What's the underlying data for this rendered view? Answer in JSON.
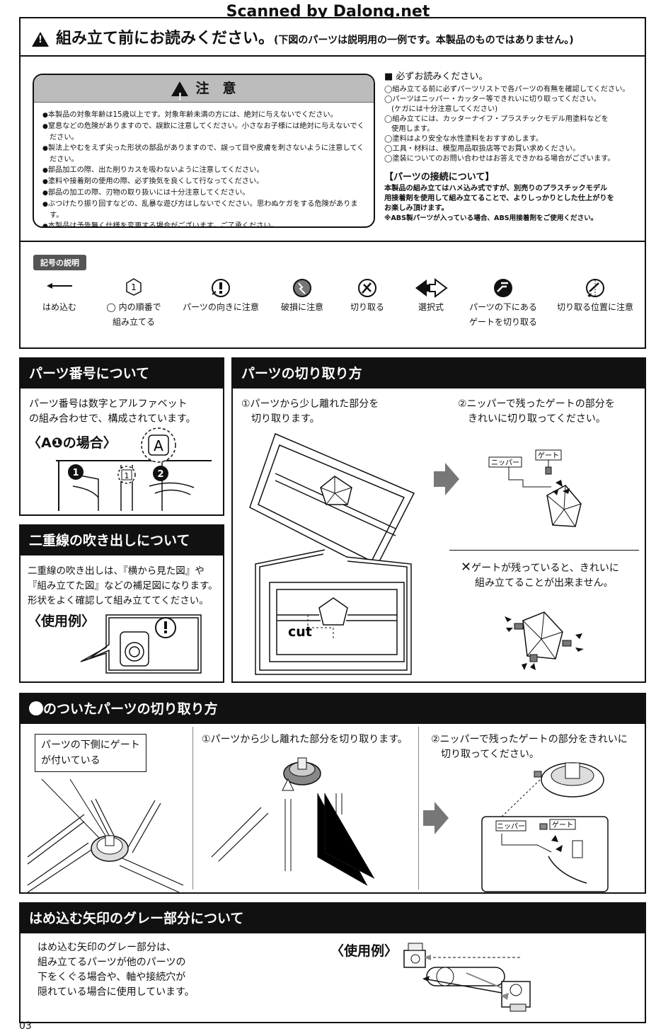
{
  "watermark": "Scanned by Dalong.net",
  "header": {
    "title": "組み立て前にお読みください。",
    "subtitle": "(下図のパーツは説明用の一例です。本製品のものではありません。)"
  },
  "caution": {
    "title": "注　意",
    "items": [
      "本製品の対象年齢は15歳以上です。対象年齢未満の方には、絶対に与えないでください。",
      "窒息などの危険がありますので、誤飲に注意してください。小さなお子様には絶対に与えないでください。",
      "製法上やむをえず尖った形状の部品がありますので、誤って目や皮膚を刺さないように注意してください。",
      "部品加工の際、出た削りカスを吸わないように注意してください。",
      "塗料や接着剤の使用の際、必ず換気を良くして行なってください。",
      "部品の加工の際、刃物の取り扱いには十分注意してください。",
      "ぶつけたり振り回すなどの、乱暴な遊び方はしないでください。思わぬケガをする危険があります。",
      "本製品は予告無く仕様を変更する場合がございます。ご了承ください。"
    ]
  },
  "must_read": {
    "title": "■ 必ずお読みください。",
    "items": [
      "◯組み立てる前に必ずパーツリストで各パーツの有無を確認してください。",
      "◯パーツはニッパー・カッター等できれいに切り取ってください。",
      "　(ケガには十分注意してください)",
      "◯組み立てには、カッターナイフ・プラスチックモデル用塗料などを",
      "　使用します。",
      "◯塗料はより安全な水性塗料をおすすめします。",
      "◯工具・材料は、模型用品取扱店等でお買い求めください。",
      "◯塗装についてのお問い合わせはお答えできかねる場合がございます。"
    ],
    "connection_title": "【パーツの接続について】",
    "connection_lines": [
      "本製品の組み立てはハメ込み式ですが、別売りのプラスチックモデル",
      "用接着剤を使用して組み立てることで、よりしっかりとした仕上がりを",
      "お楽しみ頂けます。"
    ],
    "abs_note": "※ABS製パーツが入っている場合、ABS用接着剤をご使用ください。"
  },
  "symbols": {
    "tag": "記号の説明",
    "items": [
      {
        "label1": "はめ込む",
        "label2": "",
        "icon": "arrow-left-icon"
      },
      {
        "label1": "◯ 内の順番で",
        "label2": "組み立てる",
        "icon": "number-badge-icon"
      },
      {
        "label1": "パーツの向きに注意",
        "label2": "",
        "icon": "exclamation-icon"
      },
      {
        "label1": "破損に注意",
        "label2": "",
        "icon": "breakage-icon"
      },
      {
        "label1": "切り取る",
        "label2": "",
        "icon": "cut-icon"
      },
      {
        "label1": "選択式",
        "label2": "",
        "icon": "choice-arrows-icon"
      },
      {
        "label1": "パーツの下にある",
        "label2": "ゲートを切り取る",
        "icon": "under-gate-icon"
      },
      {
        "label1": "切り取る位置に注意",
        "label2": "",
        "icon": "cut-position-icon"
      }
    ],
    "badge_number": "1"
  },
  "part_number": {
    "title": "パーツ番号について",
    "text1": "パーツ番号は数字とアルファベット",
    "text2": "の組み合わせで、構成されています。",
    "example": "〈A❶の場合〉",
    "label_a": "A",
    "label_1": "1",
    "label_2": "2",
    "label_boxed": "1"
  },
  "double_line": {
    "title": "二重線の吹き出しについて",
    "text1": "二重線の吹き出しは、『横から見た図』や",
    "text2": "『組み立てた図』などの補足図になります。",
    "text3": "形状をよく確認して組み立ててください。",
    "example": "〈使用例〉"
  },
  "cutting": {
    "title": "パーツの切り取り方",
    "step1a": "①パーツから少し離れた部分を",
    "step1b": "　切り取ります。",
    "step2a": "②ニッパーで残ったゲートの部分を",
    "step2b": "　きれいに切り取ってください。",
    "nipper": "ニッパー",
    "gate": "ゲート",
    "cut": "cut",
    "ng1": "ゲートが残っていると、きれいに",
    "ng2": "組み立てることが出来ません。"
  },
  "under_gate": {
    "title": "のついたパーツの切り取り方",
    "bubble1": "パーツの下側にゲート",
    "bubble2": "が付いている",
    "step1": "①パーツから少し離れた部分を切り取ります。",
    "step2a": "②ニッパーで残ったゲートの部分をきれいに",
    "step2b": "　切り取ってください。",
    "nipper": "ニッパー",
    "gate": "ゲート"
  },
  "gray_arrow": {
    "title": "はめ込む矢印のグレー部分について",
    "lines": [
      "はめ込む矢印のグレー部分は、",
      "組み立てるパーツが他のパーツの",
      "下をくぐる場合や、軸や接続穴が",
      "隠れている場合に使用しています。"
    ],
    "example": "〈使用例〉"
  },
  "page_number": "03"
}
